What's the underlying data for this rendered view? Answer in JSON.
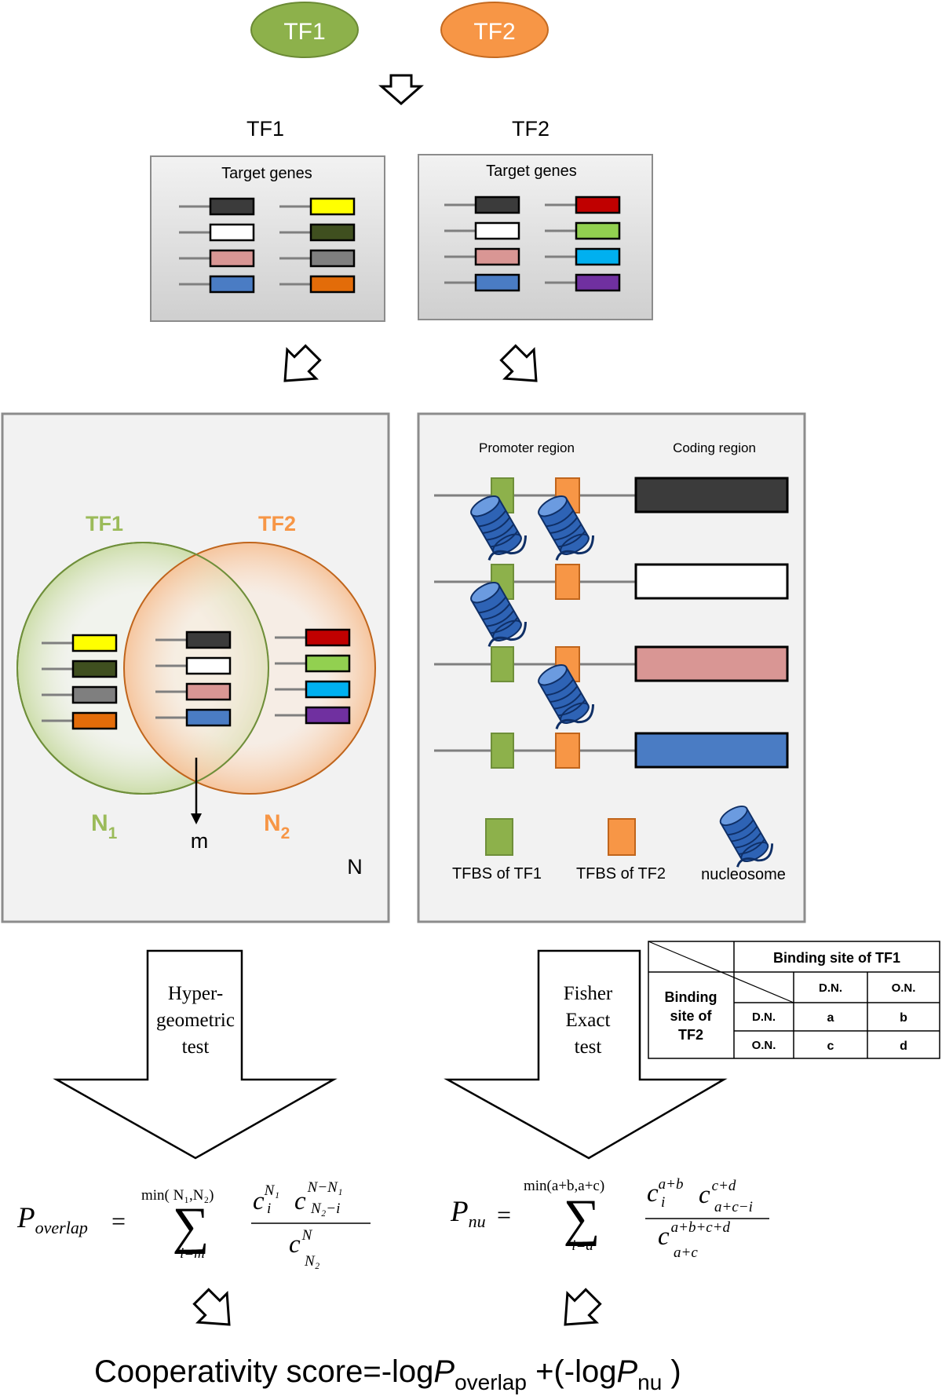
{
  "top": {
    "tf1_label": "TF1",
    "tf2_label": "TF2",
    "tf1_color": "#8db14b",
    "tf2_color": "#f79646"
  },
  "gene_panels": {
    "left": {
      "heading": "TF1",
      "title": "Target genes",
      "colors": [
        "#3b3b3b",
        "#ffffff",
        "#d99694",
        "#4a7cc4",
        "#ffff00",
        "#3f4f1f",
        "#7f7f7f",
        "#e36c09"
      ]
    },
    "right": {
      "heading": "TF2",
      "title": "Target genes",
      "colors": [
        "#3b3b3b",
        "#ffffff",
        "#d99694",
        "#4a7cc4",
        "#c00000",
        "#92d050",
        "#00b0f0",
        "#7030a0"
      ]
    }
  },
  "venn": {
    "tf1_label": "TF1",
    "tf2_label": "TF2",
    "n1_main": "N",
    "n1_sub": "1",
    "n2_main": "N",
    "n2_sub": "2",
    "m_label": "m",
    "n_label": "N",
    "left_only_colors": [
      "#ffff00",
      "#3f4f1f",
      "#7f7f7f",
      "#e36c09"
    ],
    "overlap_colors": [
      "#3b3b3b",
      "#ffffff",
      "#d99694",
      "#4a7cc4"
    ],
    "right_only_colors": [
      "#c00000",
      "#92d050",
      "#00b0f0",
      "#7030a0"
    ]
  },
  "promoter": {
    "promoter_label": "Promoter region",
    "coding_label": "Coding region",
    "rows": [
      {
        "coding_color": "#3b3b3b",
        "nucleosomes": [
          "tf1",
          "tf2"
        ]
      },
      {
        "coding_color": "#ffffff",
        "nucleosomes": [
          "tf1"
        ]
      },
      {
        "coding_color": "#d99694",
        "nucleosomes": [
          "tf2"
        ]
      },
      {
        "coding_color": "#4a7cc4",
        "nucleosomes": []
      }
    ],
    "legend": {
      "tfbs1": "TFBS of TF1",
      "tfbs2": "TFBS of TF2",
      "nucleosome": "nucleosome"
    },
    "tfbs1_color": "#8db14b",
    "tfbs2_color": "#f79646",
    "nucleosome_color": "#2e63b5"
  },
  "tests": {
    "left": [
      "Hyper-",
      "geometric",
      "test"
    ],
    "right": [
      "Fisher",
      "Exact",
      "test"
    ]
  },
  "contingency_table": {
    "col_header": "Binding site of TF1",
    "row_header": [
      "Binding",
      "site of",
      "TF2"
    ],
    "col_labels": [
      "D.N.",
      "O.N."
    ],
    "row_labels": [
      "D.N.",
      "O.N."
    ],
    "cells": [
      [
        "a",
        "b"
      ],
      [
        "c",
        "d"
      ]
    ]
  },
  "formulas": {
    "left": {
      "p": "P",
      "p_sub": "overlap",
      "eq": "=",
      "upper_limit": "min( N₁,N₂)",
      "lower_limit": "i=m",
      "sigma": "∑",
      "num_c1": "c",
      "num_c1_sub": "i",
      "num_c1_sup": "N₁",
      "num_c2": "c",
      "num_c2_sub": "N₂−i",
      "num_c2_sup": "N−N₁",
      "den_c": "c",
      "den_sub": "N₂",
      "den_sup": "N"
    },
    "right": {
      "p": "P",
      "p_sub": "nu",
      "eq": "=",
      "upper_limit": "min(a+b,a+c)",
      "lower_limit": "i=a",
      "sigma": "∑",
      "num_c1": "c",
      "num_c1_sub": "i",
      "num_c1_sup": "a+b",
      "num_c2": "c",
      "num_c2_sub": "a+c−i",
      "num_c2_sup": "c+d",
      "den_c": "c",
      "den_sub": "a+c",
      "den_sup": "a+b+c+d"
    }
  },
  "score": {
    "text1": "Cooperativity score=-log",
    "p1": "P",
    "sub1": "overlap",
    "text2": " +(-log",
    "p2": "P",
    "sub2": "nu",
    "text3": " )"
  }
}
